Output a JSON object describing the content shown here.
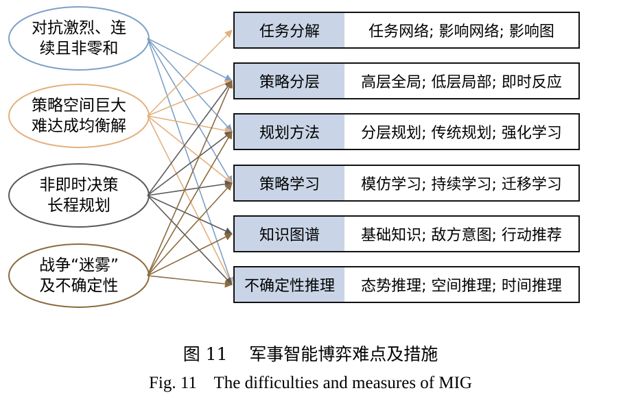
{
  "difficulties": [
    {
      "lines": [
        "对抗激烈、连",
        "续且非零和"
      ],
      "color": "#7da0c8"
    },
    {
      "lines": [
        "策略空间巨大",
        "难达成均衡解"
      ],
      "color": "#e3b07e"
    },
    {
      "lines": [
        "非即时决策",
        "长程规划"
      ],
      "color": "#595959"
    },
    {
      "lines": [
        "战争“迷雾”",
        "及不确定性"
      ],
      "color": "#8b6a3e"
    }
  ],
  "measures": [
    {
      "label": "任务分解",
      "detail": "任务网络; 影响网络; 影响图"
    },
    {
      "label": "策略分层",
      "detail": "高层全局; 低层局部; 即时反应"
    },
    {
      "label": "规划方法",
      "detail": "分层规划; 传统规划; 强化学习"
    },
    {
      "label": "策略学习",
      "detail": "模仿学习; 持续学习; 迁移学习"
    },
    {
      "label": "知识图谱",
      "detail": "基础知识; 敌方意图; 行动推荐"
    },
    {
      "label": "不确定性推理",
      "detail": "态势推理; 空间推理; 时间推理"
    }
  ],
  "connections": [
    {
      "from": 0,
      "to": [
        1,
        2,
        3,
        5
      ]
    },
    {
      "from": 1,
      "to": [
        0,
        1,
        2,
        3,
        5
      ]
    },
    {
      "from": 2,
      "to": [
        1,
        2,
        3,
        4,
        5
      ]
    },
    {
      "from": 3,
      "to": [
        1,
        2,
        3,
        4,
        5
      ]
    }
  ],
  "caption": {
    "cn": "图 11    军事智能博弈难点及措施",
    "en": "Fig. 11    The difficulties and measures of MIG"
  }
}
